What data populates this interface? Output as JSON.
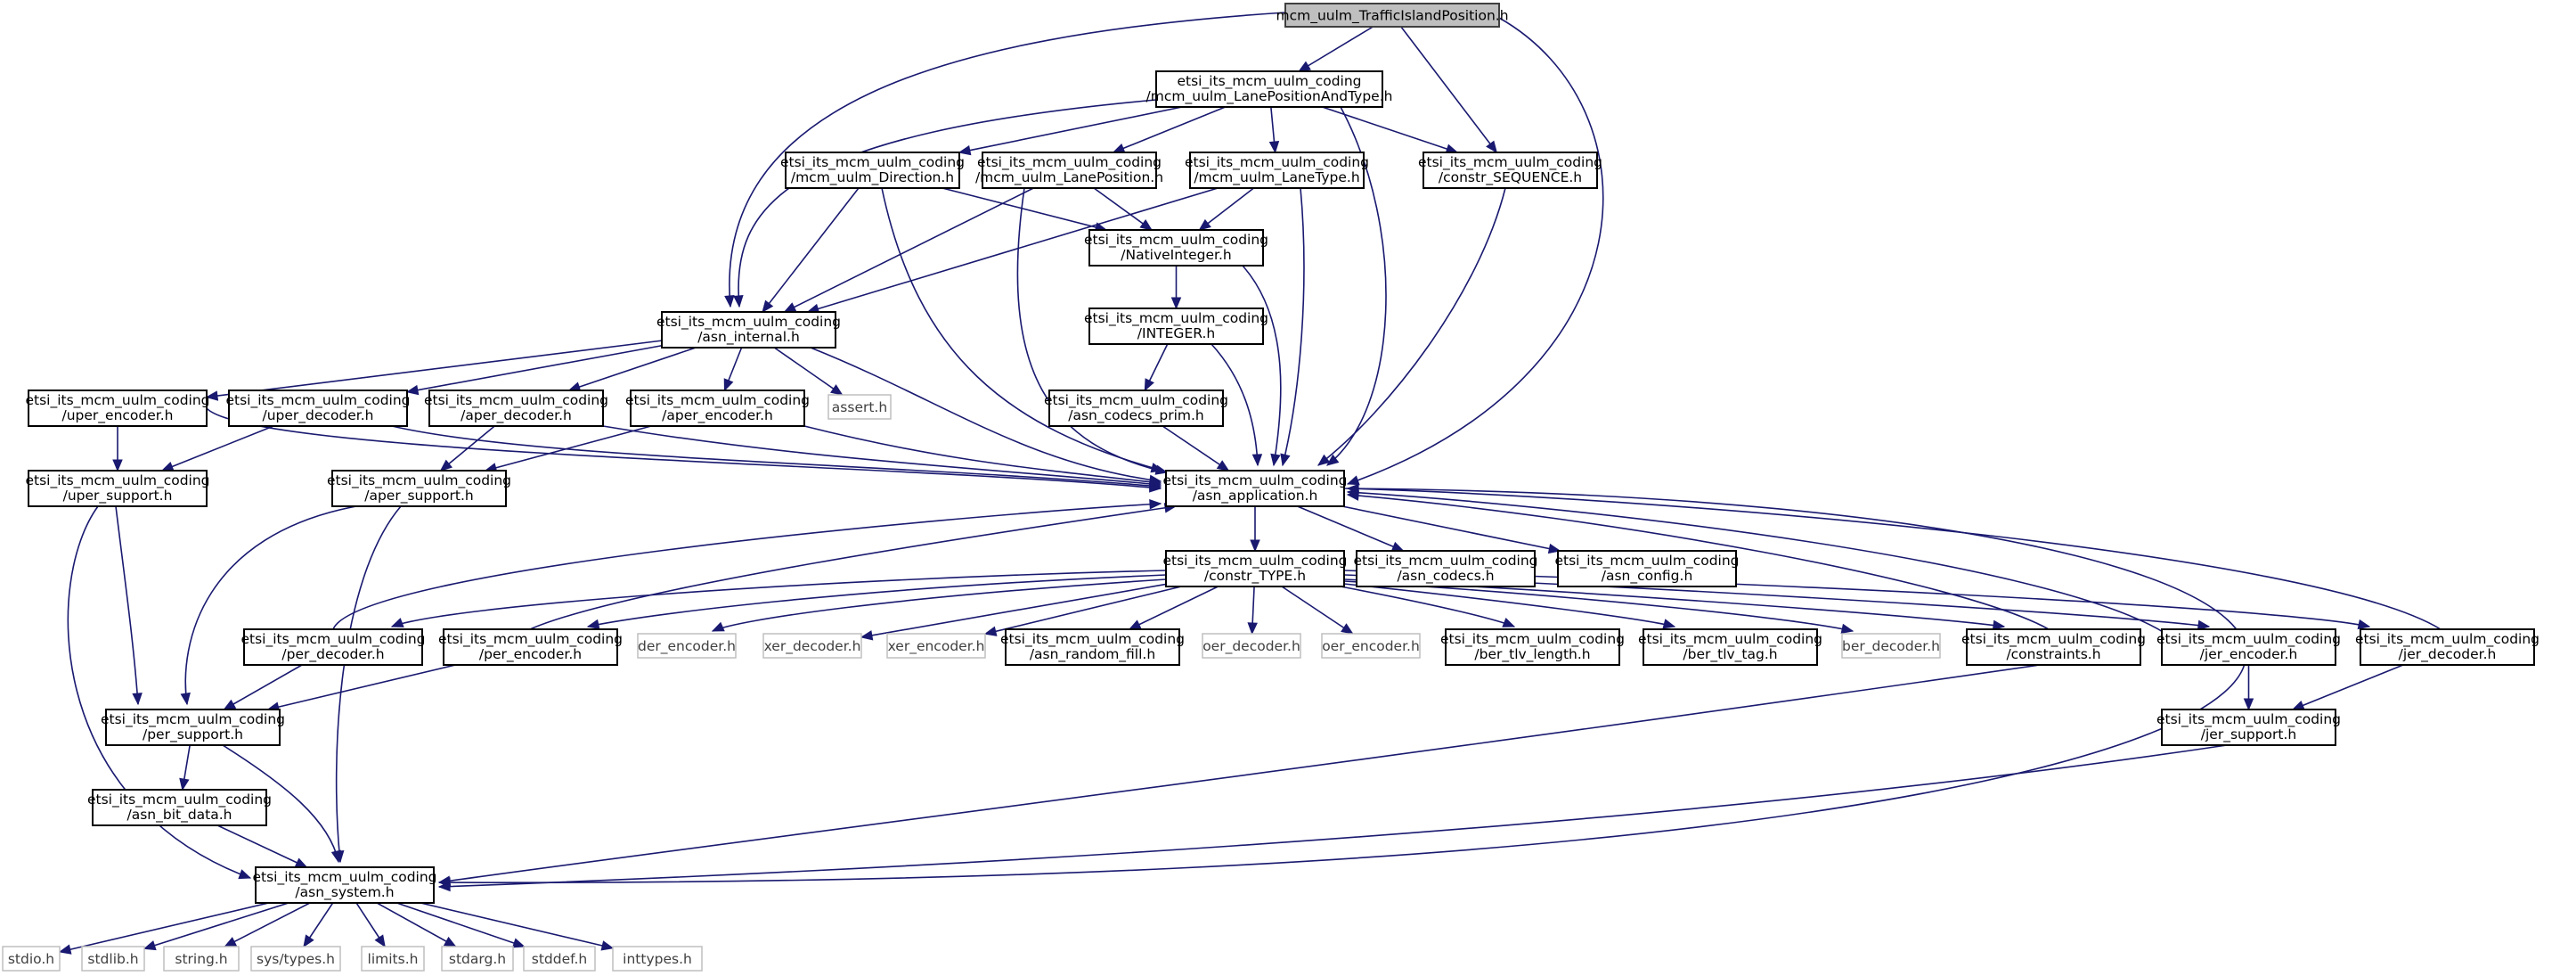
{
  "colors": {
    "edge": "#191970",
    "root_fill": "#bfbfbf",
    "system_border": "#bfbfbf"
  },
  "nodes": {
    "root": {
      "lines": [
        "mcm_uulm_TrafficIslandPosition.h"
      ],
      "kind": "root"
    },
    "lanepos_type": {
      "lines": [
        "etsi_its_mcm_uulm_coding",
        "/mcm_uulm_LanePositionAndType.h"
      ],
      "kind": "header"
    },
    "direction": {
      "lines": [
        "etsi_its_mcm_uulm_coding",
        "/mcm_uulm_Direction.h"
      ],
      "kind": "header"
    },
    "laneposition": {
      "lines": [
        "etsi_its_mcm_uulm_coding",
        "/mcm_uulm_LanePosition.h"
      ],
      "kind": "header"
    },
    "lanetype": {
      "lines": [
        "etsi_its_mcm_uulm_coding",
        "/mcm_uulm_LaneType.h"
      ],
      "kind": "header"
    },
    "constr_sequence": {
      "lines": [
        "etsi_its_mcm_uulm_coding",
        "/constr_SEQUENCE.h"
      ],
      "kind": "header"
    },
    "nativeinteger": {
      "lines": [
        "etsi_its_mcm_uulm_coding",
        "/NativeInteger.h"
      ],
      "kind": "header"
    },
    "asn_internal": {
      "lines": [
        "etsi_its_mcm_uulm_coding",
        "/asn_internal.h"
      ],
      "kind": "header"
    },
    "integer": {
      "lines": [
        "etsi_its_mcm_uulm_coding",
        "/INTEGER.h"
      ],
      "kind": "header"
    },
    "uper_encoder": {
      "lines": [
        "etsi_its_mcm_uulm_coding",
        "/uper_encoder.h"
      ],
      "kind": "header"
    },
    "uper_decoder": {
      "lines": [
        "etsi_its_mcm_uulm_coding",
        "/uper_decoder.h"
      ],
      "kind": "header"
    },
    "aper_decoder": {
      "lines": [
        "etsi_its_mcm_uulm_coding",
        "/aper_decoder.h"
      ],
      "kind": "header"
    },
    "aper_encoder": {
      "lines": [
        "etsi_its_mcm_uulm_coding",
        "/aper_encoder.h"
      ],
      "kind": "header"
    },
    "assert": {
      "lines": [
        "assert.h"
      ],
      "kind": "system"
    },
    "asn_codecs_prim": {
      "lines": [
        "etsi_its_mcm_uulm_coding",
        "/asn_codecs_prim.h"
      ],
      "kind": "header"
    },
    "uper_support": {
      "lines": [
        "etsi_its_mcm_uulm_coding",
        "/uper_support.h"
      ],
      "kind": "header"
    },
    "aper_support": {
      "lines": [
        "etsi_its_mcm_uulm_coding",
        "/aper_support.h"
      ],
      "kind": "header"
    },
    "asn_application": {
      "lines": [
        "etsi_its_mcm_uulm_coding",
        "/asn_application.h"
      ],
      "kind": "header"
    },
    "constr_type": {
      "lines": [
        "etsi_its_mcm_uulm_coding",
        "/constr_TYPE.h"
      ],
      "kind": "header"
    },
    "asn_codecs": {
      "lines": [
        "etsi_its_mcm_uulm_coding",
        "/asn_codecs.h"
      ],
      "kind": "header"
    },
    "asn_config": {
      "lines": [
        "etsi_its_mcm_uulm_coding",
        "/asn_config.h"
      ],
      "kind": "header"
    },
    "per_decoder": {
      "lines": [
        "etsi_its_mcm_uulm_coding",
        "/per_decoder.h"
      ],
      "kind": "header"
    },
    "per_encoder": {
      "lines": [
        "etsi_its_mcm_uulm_coding",
        "/per_encoder.h"
      ],
      "kind": "header"
    },
    "der_encoder": {
      "lines": [
        "der_encoder.h"
      ],
      "kind": "system"
    },
    "xer_decoder": {
      "lines": [
        "xer_decoder.h"
      ],
      "kind": "system"
    },
    "xer_encoder": {
      "lines": [
        "xer_encoder.h"
      ],
      "kind": "system"
    },
    "asn_random_fill": {
      "lines": [
        "etsi_its_mcm_uulm_coding",
        "/asn_random_fill.h"
      ],
      "kind": "header"
    },
    "oer_decoder": {
      "lines": [
        "oer_decoder.h"
      ],
      "kind": "system"
    },
    "oer_encoder": {
      "lines": [
        "oer_encoder.h"
      ],
      "kind": "system"
    },
    "ber_tlv_length": {
      "lines": [
        "etsi_its_mcm_uulm_coding",
        "/ber_tlv_length.h"
      ],
      "kind": "header"
    },
    "ber_tlv_tag": {
      "lines": [
        "etsi_its_mcm_uulm_coding",
        "/ber_tlv_tag.h"
      ],
      "kind": "header"
    },
    "ber_decoder": {
      "lines": [
        "ber_decoder.h"
      ],
      "kind": "system"
    },
    "constraints": {
      "lines": [
        "etsi_its_mcm_uulm_coding",
        "/constraints.h"
      ],
      "kind": "header"
    },
    "jer_encoder": {
      "lines": [
        "etsi_its_mcm_uulm_coding",
        "/jer_encoder.h"
      ],
      "kind": "header"
    },
    "jer_decoder": {
      "lines": [
        "etsi_its_mcm_uulm_coding",
        "/jer_decoder.h"
      ],
      "kind": "header"
    },
    "per_support": {
      "lines": [
        "etsi_its_mcm_uulm_coding",
        "/per_support.h"
      ],
      "kind": "header"
    },
    "jer_support": {
      "lines": [
        "etsi_its_mcm_uulm_coding",
        "/jer_support.h"
      ],
      "kind": "header"
    },
    "asn_bit_data": {
      "lines": [
        "etsi_its_mcm_uulm_coding",
        "/asn_bit_data.h"
      ],
      "kind": "header"
    },
    "asn_system": {
      "lines": [
        "etsi_its_mcm_uulm_coding",
        "/asn_system.h"
      ],
      "kind": "header"
    },
    "stdio": {
      "lines": [
        "stdio.h"
      ],
      "kind": "system"
    },
    "stdlib": {
      "lines": [
        "stdlib.h"
      ],
      "kind": "system"
    },
    "string": {
      "lines": [
        "string.h"
      ],
      "kind": "system"
    },
    "systypes": {
      "lines": [
        "sys/types.h"
      ],
      "kind": "system"
    },
    "limits": {
      "lines": [
        "limits.h"
      ],
      "kind": "system"
    },
    "stdarg": {
      "lines": [
        "stdarg.h"
      ],
      "kind": "system"
    },
    "stddef": {
      "lines": [
        "stddef.h"
      ],
      "kind": "system"
    },
    "inttypes": {
      "lines": [
        "inttypes.h"
      ],
      "kind": "system"
    }
  },
  "edges": [
    [
      "root",
      "lanepos_type"
    ],
    [
      "root",
      "asn_internal"
    ],
    [
      "root",
      "constr_sequence"
    ],
    [
      "root",
      "asn_application"
    ],
    [
      "lanepos_type",
      "direction"
    ],
    [
      "lanepos_type",
      "laneposition"
    ],
    [
      "lanepos_type",
      "lanetype"
    ],
    [
      "lanepos_type",
      "constr_sequence"
    ],
    [
      "lanepos_type",
      "asn_internal"
    ],
    [
      "lanepos_type",
      "asn_application"
    ],
    [
      "direction",
      "asn_internal"
    ],
    [
      "direction",
      "nativeinteger"
    ],
    [
      "direction",
      "asn_application"
    ],
    [
      "laneposition",
      "asn_internal"
    ],
    [
      "laneposition",
      "nativeinteger"
    ],
    [
      "laneposition",
      "asn_application"
    ],
    [
      "lanetype",
      "asn_internal"
    ],
    [
      "lanetype",
      "nativeinteger"
    ],
    [
      "lanetype",
      "asn_application"
    ],
    [
      "constr_sequence",
      "asn_application"
    ],
    [
      "nativeinteger",
      "integer"
    ],
    [
      "nativeinteger",
      "asn_application"
    ],
    [
      "integer",
      "asn_codecs_prim"
    ],
    [
      "integer",
      "asn_application"
    ],
    [
      "asn_codecs_prim",
      "asn_application"
    ],
    [
      "asn_internal",
      "uper_encoder"
    ],
    [
      "asn_internal",
      "uper_decoder"
    ],
    [
      "asn_internal",
      "aper_decoder"
    ],
    [
      "asn_internal",
      "aper_encoder"
    ],
    [
      "asn_internal",
      "assert"
    ],
    [
      "asn_internal",
      "asn_application"
    ],
    [
      "uper_encoder",
      "uper_support"
    ],
    [
      "uper_encoder",
      "asn_application"
    ],
    [
      "uper_decoder",
      "uper_support"
    ],
    [
      "uper_decoder",
      "asn_application"
    ],
    [
      "aper_decoder",
      "aper_support"
    ],
    [
      "aper_decoder",
      "asn_application"
    ],
    [
      "aper_encoder",
      "aper_support"
    ],
    [
      "aper_encoder",
      "asn_application"
    ],
    [
      "uper_support",
      "per_support"
    ],
    [
      "uper_support",
      "asn_system"
    ],
    [
      "aper_support",
      "per_support"
    ],
    [
      "aper_support",
      "asn_system"
    ],
    [
      "asn_application",
      "constr_type"
    ],
    [
      "asn_application",
      "asn_codecs"
    ],
    [
      "asn_application",
      "asn_config"
    ],
    [
      "asn_application",
      "asn_system"
    ],
    [
      "constr_type",
      "per_decoder"
    ],
    [
      "constr_type",
      "per_encoder"
    ],
    [
      "constr_type",
      "der_encoder"
    ],
    [
      "constr_type",
      "xer_decoder"
    ],
    [
      "constr_type",
      "xer_encoder"
    ],
    [
      "constr_type",
      "asn_random_fill"
    ],
    [
      "constr_type",
      "oer_decoder"
    ],
    [
      "constr_type",
      "oer_encoder"
    ],
    [
      "constr_type",
      "ber_tlv_length"
    ],
    [
      "constr_type",
      "ber_tlv_tag"
    ],
    [
      "constr_type",
      "ber_decoder"
    ],
    [
      "constr_type",
      "constraints"
    ],
    [
      "constr_type",
      "jer_encoder"
    ],
    [
      "constr_type",
      "jer_decoder"
    ],
    [
      "per_decoder",
      "per_support"
    ],
    [
      "per_decoder",
      "asn_application"
    ],
    [
      "per_encoder",
      "per_support"
    ],
    [
      "per_encoder",
      "asn_application"
    ],
    [
      "constraints",
      "asn_application"
    ],
    [
      "constraints",
      "asn_system"
    ],
    [
      "jer_encoder",
      "jer_support"
    ],
    [
      "jer_encoder",
      "asn_application"
    ],
    [
      "jer_decoder",
      "jer_support"
    ],
    [
      "jer_decoder",
      "asn_application"
    ],
    [
      "jer_support",
      "asn_system"
    ],
    [
      "per_support",
      "asn_bit_data"
    ],
    [
      "per_support",
      "asn_system"
    ],
    [
      "asn_bit_data",
      "asn_system"
    ],
    [
      "asn_system",
      "stdio"
    ],
    [
      "asn_system",
      "stdlib"
    ],
    [
      "asn_system",
      "string"
    ],
    [
      "asn_system",
      "systypes"
    ],
    [
      "asn_system",
      "limits"
    ],
    [
      "asn_system",
      "stdarg"
    ],
    [
      "asn_system",
      "stddef"
    ],
    [
      "asn_system",
      "inttypes"
    ]
  ]
}
